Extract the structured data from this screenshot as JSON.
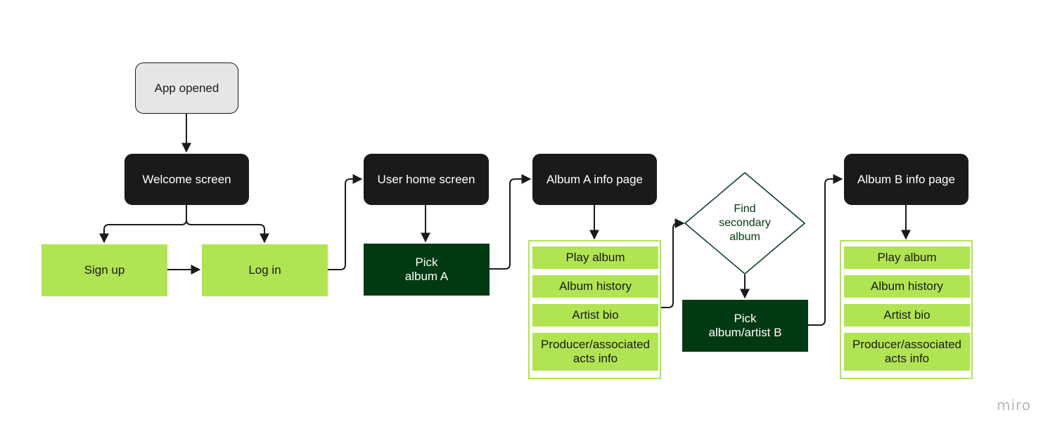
{
  "nodes": {
    "app_opened": "App opened",
    "welcome_screen": "Welcome screen",
    "sign_up": "Sign up",
    "log_in": "Log in",
    "user_home_screen": "User home screen",
    "pick_album_a": "Pick\nalbum A",
    "album_a_info_page": "Album A info page",
    "find_secondary_album": "Find\nsecondary\nalbum",
    "pick_album_artist_b": "Pick\nalbum/artist B",
    "album_b_info_page": "Album B info page"
  },
  "album_a_options": [
    "Play album",
    "Album history",
    "Artist bio",
    "Producer/associated\nacts info"
  ],
  "album_b_options": [
    "Play album",
    "Album history",
    "Artist bio",
    "Producer/associated\nacts info"
  ],
  "brand": "miro",
  "colors": {
    "start_fill": "#e6e6e6",
    "screen_fill": "#1a1a1a",
    "action_light": "#b1e452",
    "action_dark": "#003912",
    "connector": "#1a1a1a"
  }
}
